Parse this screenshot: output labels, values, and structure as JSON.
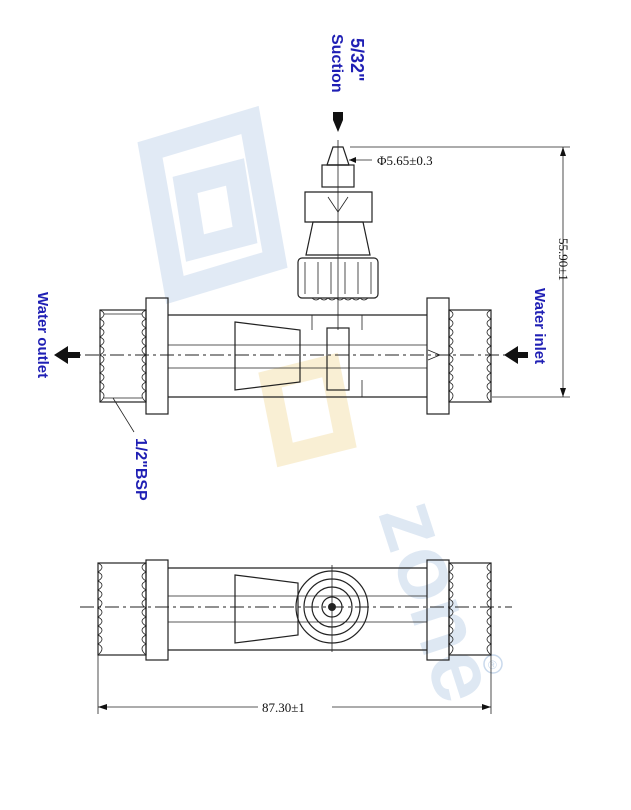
{
  "labels": {
    "suction_size": "5/32\"",
    "suction": "Suction",
    "water_outlet": "Water outlet",
    "water_inlet": "Water inlet",
    "bsp_size": "1/2\"BSP"
  },
  "dimensions": {
    "diameter": "Φ5.65±0.3",
    "height": "55.90±1",
    "length": "87.30±1"
  },
  "watermark": {
    "text": "zone",
    "registered": "®"
  },
  "colors": {
    "label_blue": "#1f1fb4",
    "line": "#222222"
  }
}
